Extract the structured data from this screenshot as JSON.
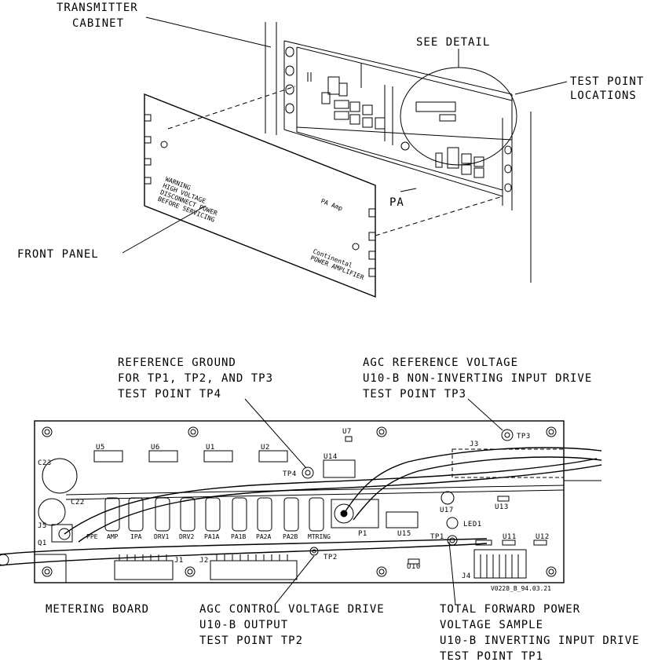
{
  "top_view": {
    "labels": {
      "transmitter_cabinet_1": "TRANSMITTER",
      "transmitter_cabinet_2": "CABINET",
      "see_detail": "SEE DETAIL",
      "test_point_locations_1": "TEST POINT",
      "test_point_locations_2": "LOCATIONS",
      "pa": "PA",
      "front_panel": "FRONT PANEL"
    },
    "panel_text": {
      "warning": [
        "WARNING",
        "HIGH VOLTAGE",
        "DISCONNECT POWER",
        "BEFORE SERVICING"
      ],
      "pa_name": "PA Amp",
      "brand": [
        "Continental",
        "POWER AMPLIFIER"
      ]
    }
  },
  "bottom_view": {
    "callouts": {
      "tp4": [
        "REFERENCE GROUND",
        "FOR TP1, TP2, AND TP3",
        "TEST POINT TP4"
      ],
      "tp3": [
        "AGC REFERENCE VOLTAGE",
        "U10-B NON-INVERTING INPUT DRIVE",
        "TEST POINT TP3"
      ],
      "metering": [
        "METERING BOARD"
      ],
      "tp2": [
        "AGC CONTROL VOLTAGE DRIVE",
        "U10-B OUTPUT",
        "TEST POINT TP2"
      ],
      "tp1": [
        "TOTAL FORWARD POWER",
        "VOLTAGE SAMPLE",
        "U10-B INVERTING INPUT DRIVE",
        "TEST POINT TP1"
      ]
    },
    "board": {
      "ic_labels": [
        "U5",
        "U6",
        "U1",
        "U2",
        "U7",
        "U14",
        "U15",
        "U17",
        "U13",
        "U11",
        "U12",
        "U10"
      ],
      "tp_labels": [
        "TP4",
        "TP3",
        "TP2",
        "TP1"
      ],
      "capacitors": [
        "C23",
        "C22"
      ],
      "connectors": [
        "J5",
        "J3",
        "J1",
        "J2",
        "J4",
        "P1"
      ],
      "misc": [
        "LED1",
        "Q1"
      ],
      "strip_labels": [
        "PPE",
        "AMP",
        "IPA",
        "DRV1",
        "DRV2",
        "PA1A",
        "PA1B",
        "PA2A",
        "PA2B",
        "MTRING"
      ],
      "drawing_number": "V0228_B_94.03.21"
    }
  }
}
